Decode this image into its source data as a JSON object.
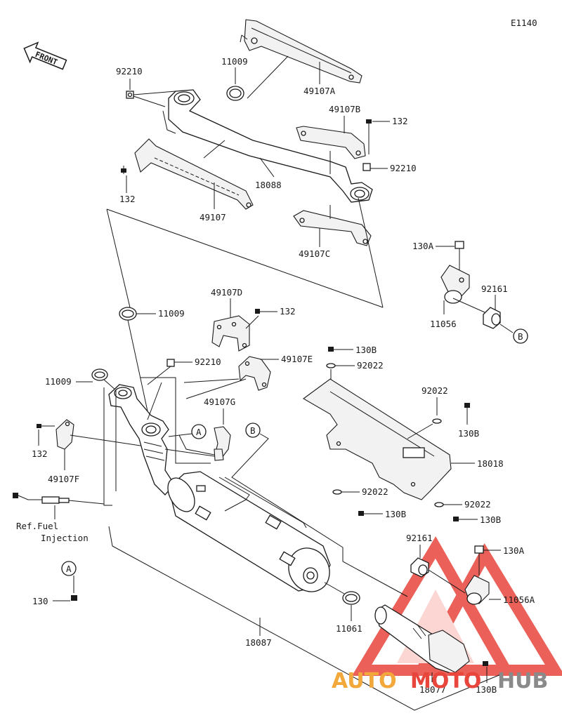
{
  "diagram_code": "E1140",
  "front_label": "FRONT",
  "ref_note_line1": "Ref.Fuel",
  "ref_note_line2": "Injection",
  "callout_a": "A",
  "callout_b": "B",
  "watermark": {
    "part1": "AUTO",
    "part2": "MOTO",
    "part3": "HUB",
    "color_orange": "#f2a83a",
    "color_red": "#e8453c",
    "color_gray": "#8a8a8a"
  },
  "labels": {
    "p92210_top": "92210",
    "p11009_top": "11009",
    "p49107A": "49107A",
    "p49107B": "49107B",
    "p132_b": "132",
    "p92210_r": "92210",
    "p18088": "18088",
    "p132_l": "132",
    "p49107": "49107",
    "p49107C": "49107C",
    "p130A_top": "130A",
    "p92161_top": "92161",
    "p11056": "11056",
    "p11009_mid": "11009",
    "p49107D": "49107D",
    "p132_d": "132",
    "p130B_a": "130B",
    "p92022_a": "92022",
    "p49107E": "49107E",
    "p92210_mid": "92210",
    "p11009_left": "11009",
    "p49107G": "49107G",
    "p92022_b": "92022",
    "p130B_b": "130B",
    "p132_f": "132",
    "p49107F": "49107F",
    "p18018": "18018",
    "p92022_c": "92022",
    "p130B_c": "130B",
    "p92022_d": "92022",
    "p130B_d": "130B",
    "p92161_low": "92161",
    "p130A_low": "130A",
    "p11056A": "11056A",
    "p130": "130",
    "p11061": "11061",
    "p18087": "18087",
    "p18077": "18077",
    "p130B_e": "130B"
  }
}
